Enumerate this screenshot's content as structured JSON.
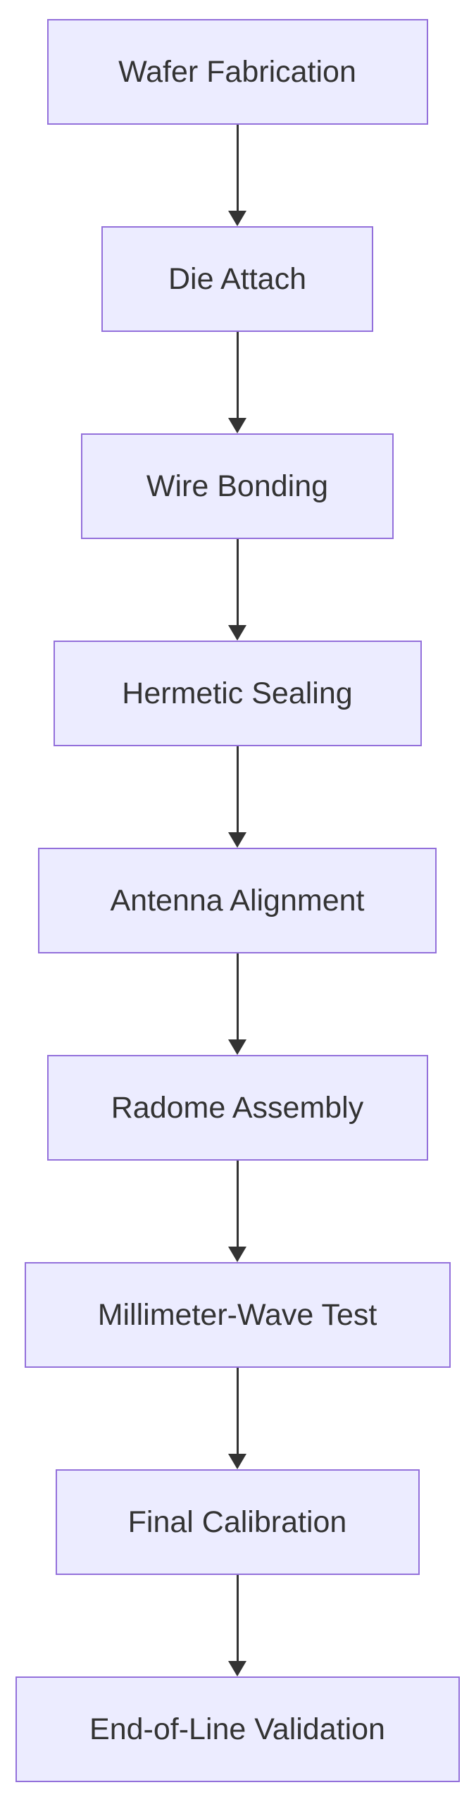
{
  "diagram": {
    "type": "flowchart",
    "direction": "top-down",
    "background_color": "#ffffff",
    "node_fill_color": "#ECECFF",
    "node_border_color": "#9370DB",
    "node_text_color": "#333333",
    "arrow_color": "#333333",
    "nodes": [
      {
        "label": "Wafer Fabrication"
      },
      {
        "label": "Die Attach"
      },
      {
        "label": "Wire Bonding"
      },
      {
        "label": "Hermetic Sealing"
      },
      {
        "label": "Antenna Alignment"
      },
      {
        "label": "Radome Assembly"
      },
      {
        "label": "Millimeter-Wave Test"
      },
      {
        "label": "Final Calibration"
      },
      {
        "label": "End-of-Line Validation"
      }
    ],
    "edges": [
      {
        "from": "Wafer Fabrication",
        "to": "Die Attach"
      },
      {
        "from": "Die Attach",
        "to": "Wire Bonding"
      },
      {
        "from": "Wire Bonding",
        "to": "Hermetic Sealing"
      },
      {
        "from": "Hermetic Sealing",
        "to": "Antenna Alignment"
      },
      {
        "from": "Antenna Alignment",
        "to": "Radome Assembly"
      },
      {
        "from": "Radome Assembly",
        "to": "Millimeter-Wave Test"
      },
      {
        "from": "Millimeter-Wave Test",
        "to": "Final Calibration"
      },
      {
        "from": "Final Calibration",
        "to": "End-of-Line Validation"
      }
    ]
  }
}
